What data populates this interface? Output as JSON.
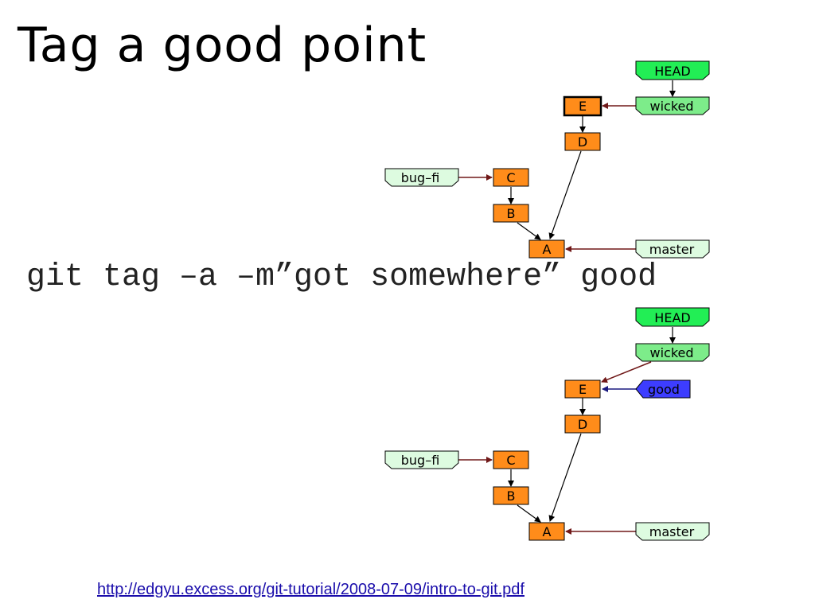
{
  "slide": {
    "title": "Tag a good point",
    "command": "git tag –a –m”got somewhere” good",
    "link": "http://edgyu.excess.org/git-tutorial/2008-07-09/intro-to-git.pdf"
  },
  "colors": {
    "commit_fill": "#ff8c1a",
    "head_fill": "#22ee55",
    "branch_current_fill": "#7dec8a",
    "branch_fill": "#ddfbe0",
    "tag_fill": "#3d3dff",
    "edge_parent": "#000000",
    "edge_ref": "#701818"
  },
  "graphs": [
    {
      "commits": [
        "E",
        "D",
        "C",
        "B",
        "A"
      ],
      "refs": {
        "head": "HEAD",
        "current_branch": "wicked",
        "bugfix_branch": "bug–fi",
        "master_branch": "master"
      }
    },
    {
      "commits": [
        "E",
        "D",
        "C",
        "B",
        "A"
      ],
      "refs": {
        "head": "HEAD",
        "current_branch": "wicked",
        "tag": "good",
        "bugfix_branch": "bug–fi",
        "master_branch": "master"
      }
    }
  ]
}
